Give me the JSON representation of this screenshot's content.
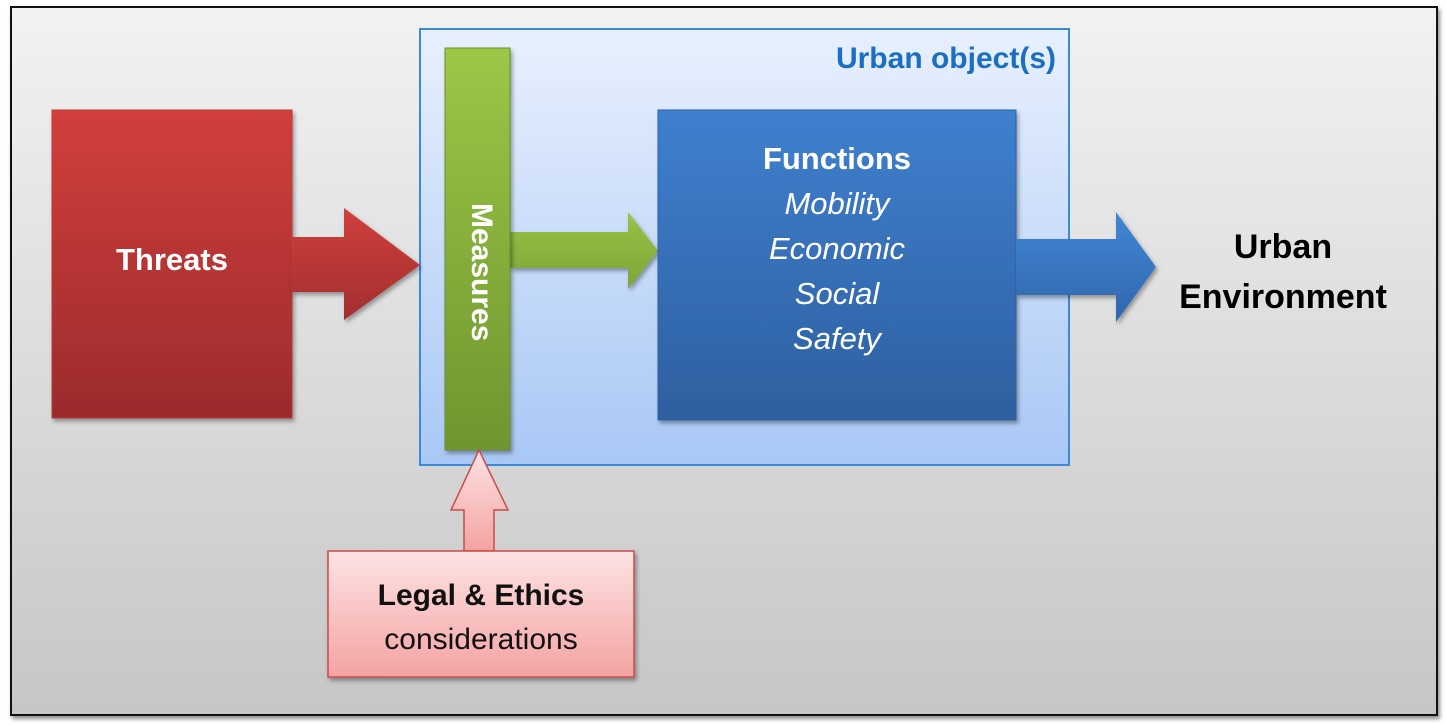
{
  "threats": {
    "label": "Threats"
  },
  "urban_object": {
    "label": "Urban object(s)"
  },
  "measures": {
    "label": "Measures"
  },
  "functions": {
    "title": "Functions",
    "items": [
      "Mobility",
      "Economic",
      "Social",
      "Safety"
    ]
  },
  "urban_environment": {
    "line1": "Urban",
    "line2": "Environment"
  },
  "legal": {
    "title": "Legal & Ethics",
    "subtitle": "considerations"
  },
  "colors": {
    "threats": "#c0393a",
    "measures": "#86ad3a",
    "functions": "#3a7cc8",
    "urban_object_border": "#2f86d1",
    "legal": "#f7b5b5"
  }
}
